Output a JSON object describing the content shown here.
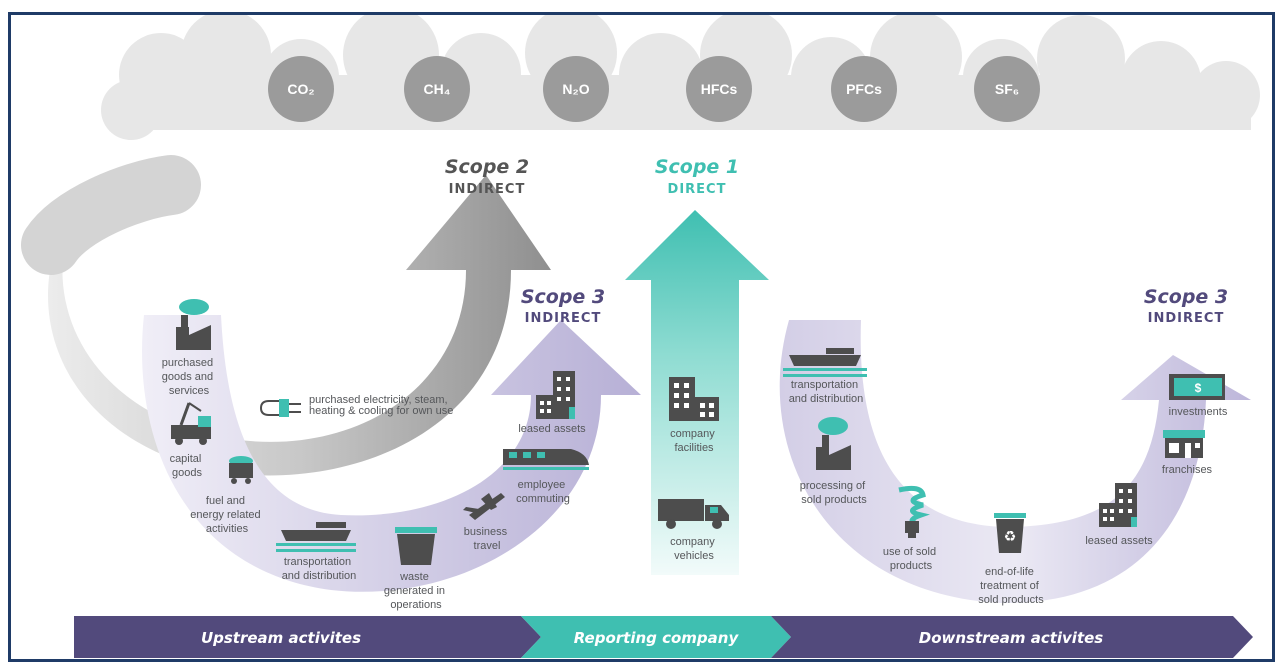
{
  "gases": [
    "CO₂",
    "CH₄",
    "N₂O",
    "HFCs",
    "PFCs",
    "SF₆"
  ],
  "scopes": {
    "scope2": {
      "title": "Scope 2",
      "subtitle": "INDIRECT"
    },
    "scope1": {
      "title": "Scope 1",
      "subtitle": "DIRECT"
    },
    "scope3_upstream": {
      "title": "Scope 3",
      "subtitle": "INDIRECT"
    },
    "scope3_downstream": {
      "title": "Scope 3",
      "subtitle": "INDIRECT"
    }
  },
  "scope2_item": [
    "purchased electricity, steam,",
    "heating & cooling for own use"
  ],
  "upstream_items": {
    "purchased_goods": [
      "purchased",
      "goods and",
      "services"
    ],
    "capital_goods": [
      "capital",
      "goods"
    ],
    "fuel_energy": [
      "fuel and",
      "energy related",
      "activities"
    ],
    "transport": [
      "transportation",
      "and distribution"
    ],
    "waste": [
      "waste",
      "generated in",
      "operations"
    ],
    "business_travel": [
      "business",
      "travel"
    ],
    "employee_commuting": [
      "employee",
      "commuting"
    ],
    "leased_assets": [
      "leased assets"
    ]
  },
  "scope1_items": {
    "facilities": [
      "company",
      "facilities"
    ],
    "vehicles": [
      "company",
      "vehicles"
    ]
  },
  "downstream_items": {
    "transport": [
      "transportation",
      "and distribution"
    ],
    "processing": [
      "processing of",
      "sold products"
    ],
    "use": [
      "use of sold",
      "products"
    ],
    "end_of_life": [
      "end-of-life",
      "treatment of",
      "sold products"
    ],
    "leased_assets": [
      "leased assets"
    ],
    "franchises": [
      "franchises"
    ],
    "investments": [
      "investments"
    ]
  },
  "bottom_band": {
    "upstream": "Upstream activites",
    "reporting": "Reporting company",
    "downstream": "Downstream activites"
  },
  "colors": {
    "teal": "#3fbfb1",
    "purple": "#524a7c",
    "lavender": "#c9c4e0",
    "gray": "#9a9a9a",
    "cloud": "#e6e6e6",
    "icon": "#4d4d4d"
  }
}
